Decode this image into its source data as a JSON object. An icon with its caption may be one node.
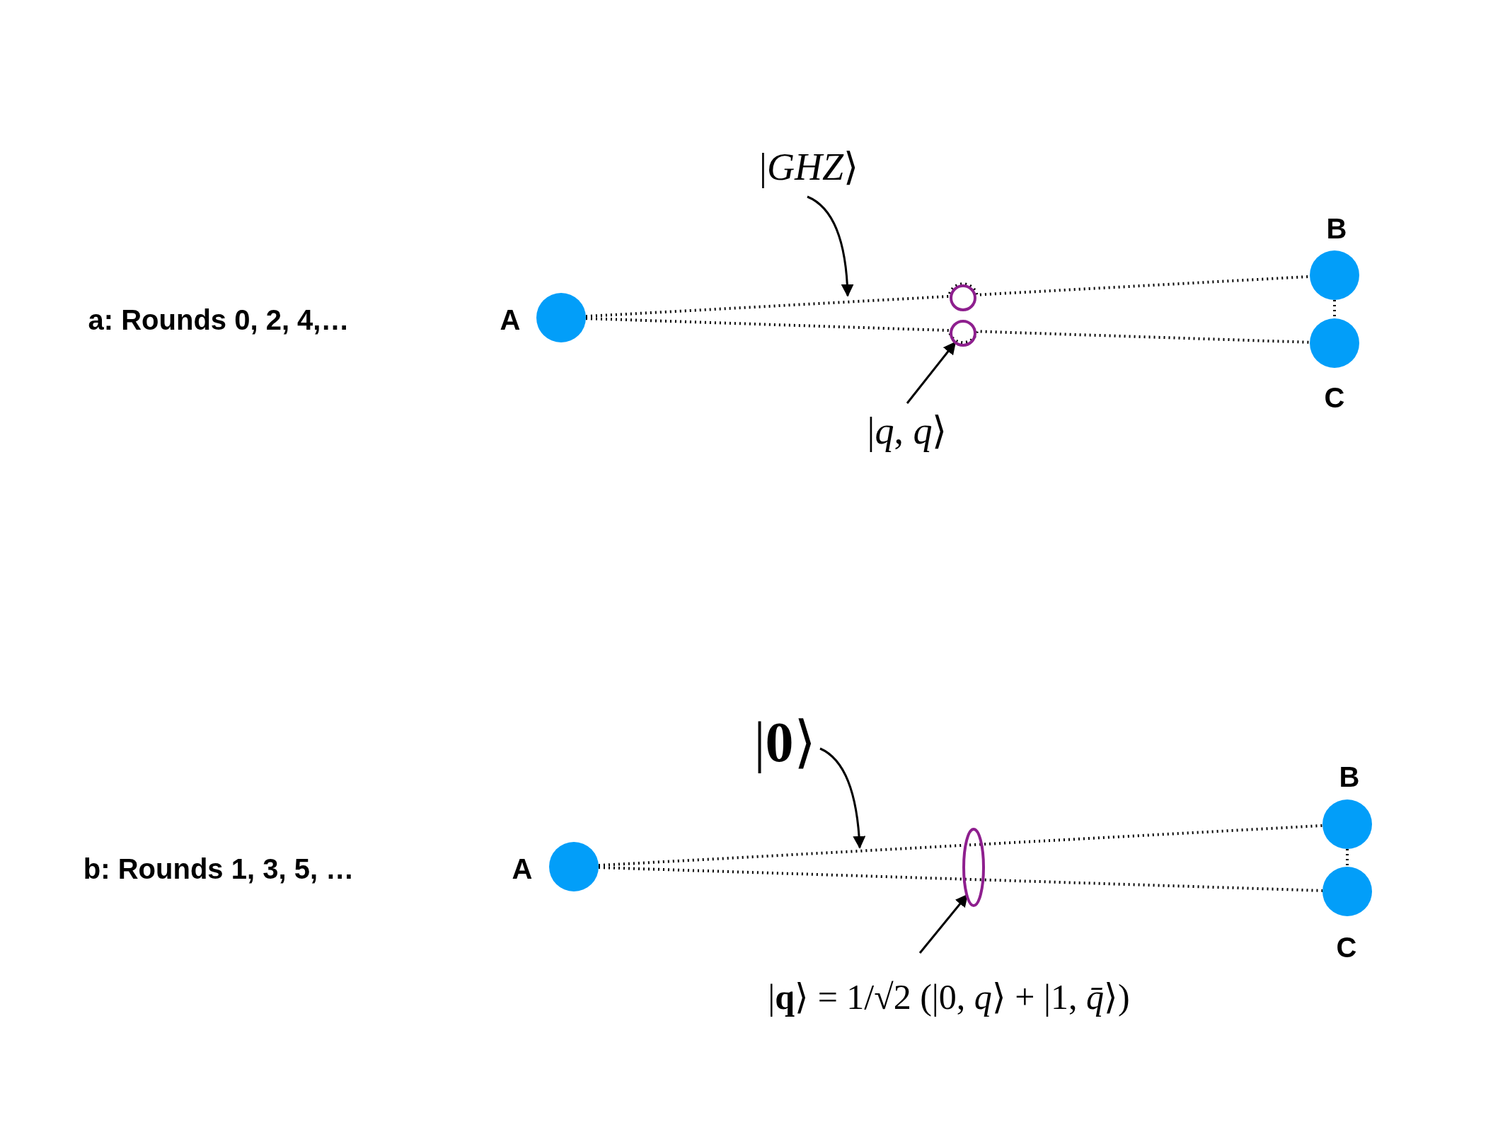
{
  "diagram": {
    "nodes": [
      {
        "text": [
          "A"
        ]
      },
      {
        "text": [
          "B"
        ]
      },
      {
        "text": [
          "C"
        ]
      },
      {
        "text": [
          "|*GHZ*⟩"
        ]
      },
      {
        "text": [],
        "shape": "circle"
      },
      {
        "text": [],
        "shape": "circle"
      },
      {
        "text": [
          "|*q*, *q*⟩"
        ]
      },
      {
        "text": [
          "A"
        ]
      },
      {
        "text": [
          "B"
        ]
      },
      {
        "text": [
          "C"
        ]
      },
      {
        "text": [
          "|**0**⟩"
        ]
      },
      {
        "text": [],
        "shape": "ellipse"
      },
      {
        "text": [
          "|**q**⟩ = 1/√2 (|0, *q*⟩ + |1, *q̄*⟩)"
        ]
      }
    ],
    "edges": [
      {
        "from": 0,
        "to": 1,
        "arrow": "none",
        "style": "dashed"
      },
      {
        "from": 0,
        "to": 2,
        "arrow": "none",
        "style": "dashed"
      },
      {
        "from": 1,
        "to": 2,
        "arrow": "none",
        "style": "dashed"
      },
      {
        "from": 3,
        "to": null,
        "arrow": "to"
      },
      {
        "from": 6,
        "to": 5,
        "arrow": "to"
      },
      {
        "from": 7,
        "to": 8,
        "arrow": "none",
        "style": "dashed"
      },
      {
        "from": 7,
        "to": 9,
        "arrow": "none",
        "style": "dashed"
      },
      {
        "from": 8,
        "to": 9,
        "arrow": "none",
        "style": "dashed"
      },
      {
        "from": 10,
        "to": null,
        "arrow": "to"
      },
      {
        "from": 12,
        "to": 11,
        "arrow": "to"
      }
    ],
    "labels": [
      "a: Rounds  0, 2, 4,…",
      "b: Rounds 1, 3, 5, …"
    ]
  }
}
